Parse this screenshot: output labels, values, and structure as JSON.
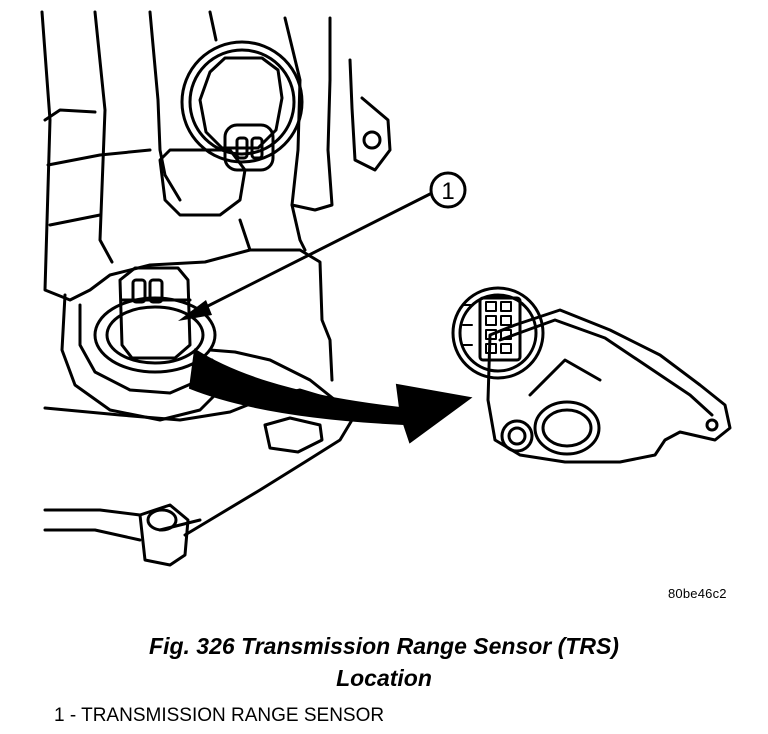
{
  "figure": {
    "callout_number": "1",
    "image_id": "80be46c2",
    "caption_line1": "Fig. 326 Transmission Range Sensor (TRS)",
    "caption_line2": "Location",
    "legend_item": "1 - TRANSMISSION RANGE SENSOR"
  }
}
